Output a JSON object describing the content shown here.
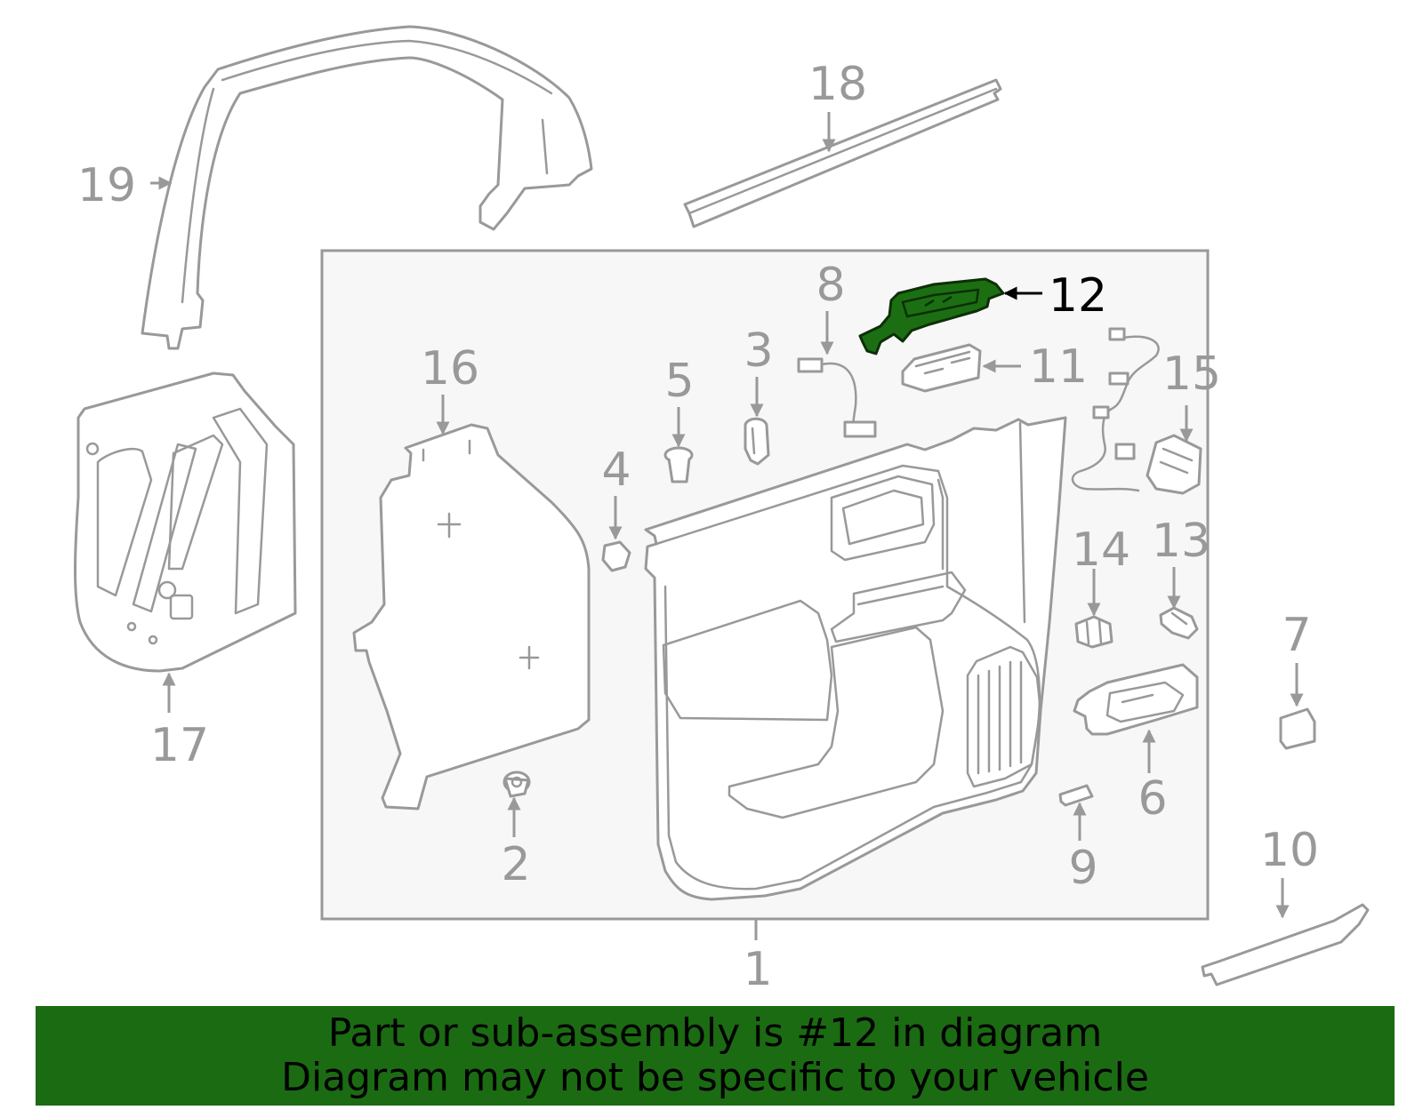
{
  "callouts": {
    "c1": "1",
    "c2": "2",
    "c3": "3",
    "c4": "4",
    "c5": "5",
    "c6": "6",
    "c7": "7",
    "c8": "8",
    "c9": "9",
    "c10": "10",
    "c11": "11",
    "c12": "12",
    "c13": "13",
    "c14": "14",
    "c15": "15",
    "c16": "16",
    "c17": "17",
    "c18": "18",
    "c19": "19"
  },
  "highlight": {
    "part": "12",
    "color": "#1b6f12"
  },
  "banner": {
    "line1": "Part or sub-assembly is #12 in diagram",
    "line2": "Diagram may not be specific to your vehicle",
    "color": "#1b6b12"
  }
}
